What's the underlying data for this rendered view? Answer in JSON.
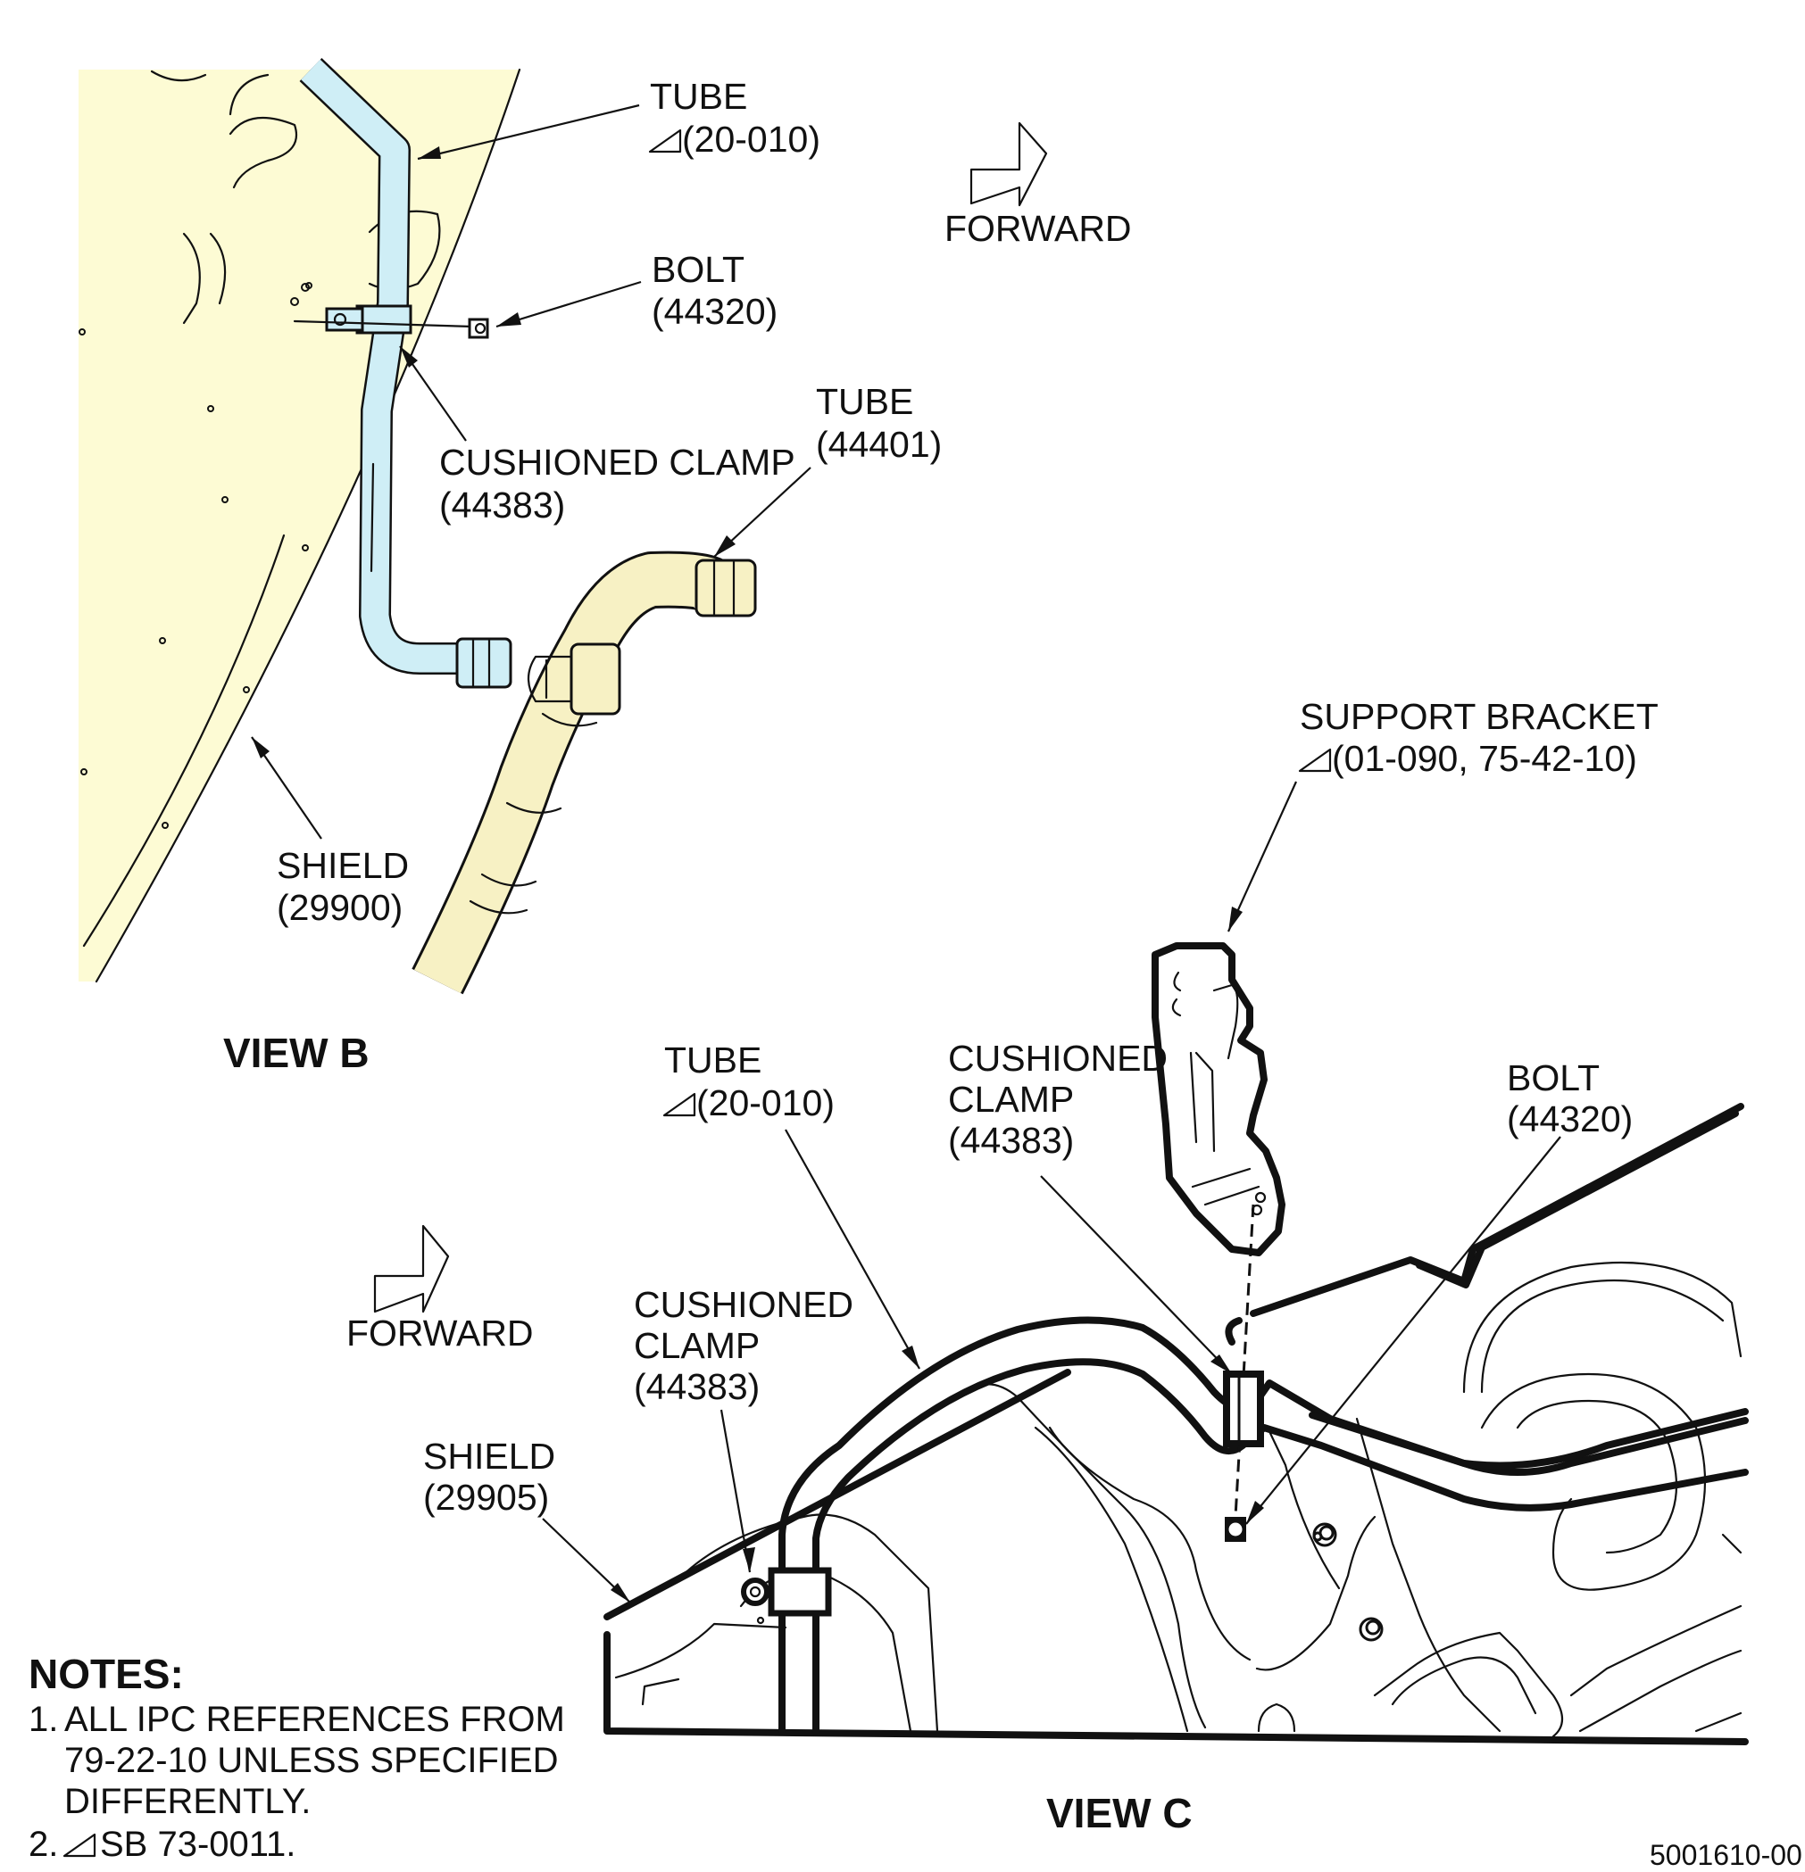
{
  "view_b": {
    "title": "VIEW B",
    "labels": {
      "tube_top": {
        "line1": "TUBE",
        "line2": "(20-010)",
        "flag": true
      },
      "forward": "FORWARD",
      "bolt": {
        "line1": "BOLT",
        "line2": "(44320)"
      },
      "clamp": {
        "line1": "CUSHIONED CLAMP",
        "line2": "(44383)"
      },
      "tube_right": {
        "line1": "TUBE",
        "line2": "(44401)"
      },
      "shield": {
        "line1": "SHIELD",
        "line2": "(29900)"
      }
    },
    "colors": {
      "shield_fill": "#fdfbd4",
      "tube_fill": "#cfeef6",
      "hose_fill": "#f7f1c4"
    }
  },
  "view_c": {
    "title": "VIEW C",
    "labels": {
      "support_bracket": {
        "line1": "SUPPORT BRACKET",
        "line2": "(01-090, 75-42-10)",
        "flag": true
      },
      "tube": {
        "line1": "TUBE",
        "line2": "(20-010)",
        "flag": true
      },
      "clamp_upper": {
        "line1": "CUSHIONED",
        "line2": "CLAMP",
        "line3": "(44383)"
      },
      "bolt": {
        "line1": "BOLT",
        "line2": "(44320)"
      },
      "forward": "FORWARD",
      "clamp_lower": {
        "line1": "CUSHIONED",
        "line2": "CLAMP",
        "line3": "(44383)"
      },
      "shield": {
        "line1": "SHIELD",
        "line2": "(29905)"
      }
    }
  },
  "notes": {
    "heading": "NOTES:",
    "items": [
      {
        "num": "1.",
        "lines": [
          "ALL IPC REFERENCES FROM",
          "79-22-10 UNLESS SPECIFIED",
          "DIFFERENTLY."
        ]
      },
      {
        "num": "2.",
        "text": "SB 73-0011.",
        "flag": true
      }
    ]
  },
  "drawing_number": "5001610-00"
}
